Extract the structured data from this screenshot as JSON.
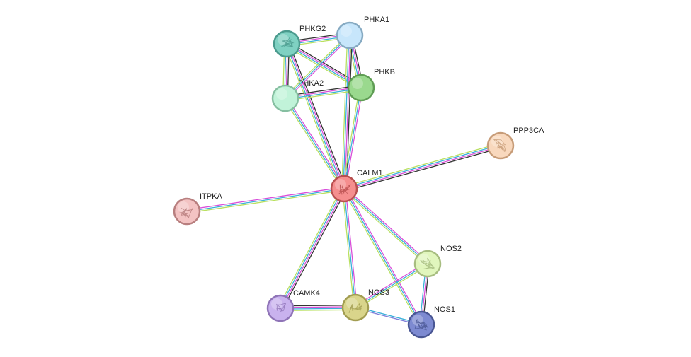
{
  "network": {
    "nodes": [
      {
        "id": "PHKG2",
        "label": "PHKG2",
        "color": "#7fd1c2",
        "stroke": "#4a9a8d",
        "texture": true
      },
      {
        "id": "PHKA1",
        "label": "PHKA1",
        "color": "#c7e6fb",
        "stroke": "#86aac2",
        "texture": false
      },
      {
        "id": "PHKA2",
        "label": "PHKA2",
        "color": "#c1f3d9",
        "stroke": "#86bfa1",
        "texture": false
      },
      {
        "id": "PHKB",
        "label": "PHKB",
        "color": "#9ad98e",
        "stroke": "#5f9d54",
        "texture": false
      },
      {
        "id": "PPP3CA",
        "label": "PPP3CA",
        "color": "#f8d8bd",
        "stroke": "#c79c78",
        "texture": true
      },
      {
        "id": "CALM1",
        "label": "CALM1",
        "color": "#f58e8e",
        "stroke": "#b85050",
        "texture": true
      },
      {
        "id": "ITPKA",
        "label": "ITPKA",
        "color": "#f3c3c3",
        "stroke": "#b87f7f",
        "texture": true
      },
      {
        "id": "NOS2",
        "label": "NOS2",
        "color": "#e1f6bd",
        "stroke": "#a7bd80",
        "texture": true
      },
      {
        "id": "CAMK4",
        "label": "CAMK4",
        "color": "#c9b2ee",
        "stroke": "#8f74b7",
        "texture": true
      },
      {
        "id": "NOS3",
        "label": "NOS3",
        "color": "#d9d58b",
        "stroke": "#a29d51",
        "texture": true
      },
      {
        "id": "NOS1",
        "label": "NOS1",
        "color": "#7d8ad1",
        "stroke": "#4a5794",
        "texture": true
      }
    ],
    "edges": [
      {
        "source": "PHKG2",
        "target": "PHKA1",
        "colors": [
          "#333333",
          "#d94fd9",
          "#3ab0d9",
          "#b9e060"
        ]
      },
      {
        "source": "PHKG2",
        "target": "PHKA2",
        "colors": [
          "#333333",
          "#d94fd9",
          "#3ab0d9",
          "#b9e060"
        ]
      },
      {
        "source": "PHKG2",
        "target": "PHKB",
        "colors": [
          "#333333",
          "#d94fd9",
          "#3ab0d9",
          "#b9e060"
        ]
      },
      {
        "source": "PHKG2",
        "target": "CALM1",
        "colors": [
          "#333333",
          "#d94fd9",
          "#3ab0d9",
          "#b9e060"
        ]
      },
      {
        "source": "PHKA1",
        "target": "PHKA2",
        "colors": [
          "#d94fd9",
          "#3ab0d9",
          "#b9e060"
        ]
      },
      {
        "source": "PHKA1",
        "target": "PHKB",
        "colors": [
          "#333333",
          "#d94fd9",
          "#3ab0d9",
          "#b9e060"
        ]
      },
      {
        "source": "PHKA1",
        "target": "CALM1",
        "colors": [
          "#333333",
          "#d94fd9",
          "#3ab0d9",
          "#b9e060"
        ]
      },
      {
        "source": "PHKA2",
        "target": "PHKB",
        "colors": [
          "#333333",
          "#d94fd9",
          "#3ab0d9",
          "#b9e060"
        ]
      },
      {
        "source": "PHKA2",
        "target": "CALM1",
        "colors": [
          "#d94fd9",
          "#3ab0d9",
          "#b9e060"
        ]
      },
      {
        "source": "PHKB",
        "target": "CALM1",
        "colors": [
          "#d94fd9",
          "#3ab0d9",
          "#b9e060"
        ]
      },
      {
        "source": "PPP3CA",
        "target": "CALM1",
        "colors": [
          "#333333",
          "#d94fd9",
          "#3ab0d9",
          "#b9e060"
        ]
      },
      {
        "source": "ITPKA",
        "target": "CALM1",
        "colors": [
          "#d94fd9",
          "#3ab0d9",
          "#b9e060"
        ]
      },
      {
        "source": "CALM1",
        "target": "CAMK4",
        "colors": [
          "#333333",
          "#d94fd9",
          "#3ab0d9",
          "#b9e060"
        ]
      },
      {
        "source": "CALM1",
        "target": "NOS3",
        "colors": [
          "#d94fd9",
          "#3ab0d9",
          "#b9e060"
        ]
      },
      {
        "source": "CALM1",
        "target": "NOS2",
        "colors": [
          "#d94fd9",
          "#3ab0d9",
          "#b9e060"
        ]
      },
      {
        "source": "CALM1",
        "target": "NOS1",
        "colors": [
          "#d94fd9",
          "#3ab0d9",
          "#b9e060"
        ]
      },
      {
        "source": "CAMK4",
        "target": "NOS3",
        "colors": [
          "#333333",
          "#d94fd9",
          "#3ab0d9",
          "#b9e060"
        ]
      },
      {
        "source": "NOS3",
        "target": "NOS2",
        "colors": [
          "#d94fd9",
          "#3ab0d9",
          "#b9e060"
        ]
      },
      {
        "source": "NOS3",
        "target": "NOS1",
        "colors": [
          "#3ab0d9",
          "#7f7fd9"
        ]
      },
      {
        "source": "NOS2",
        "target": "NOS1",
        "colors": [
          "#333333",
          "#d94fd9",
          "#3ab0d9"
        ]
      }
    ]
  }
}
